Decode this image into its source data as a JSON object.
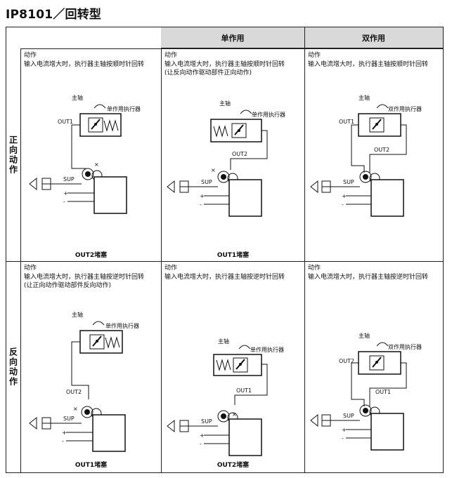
{
  "title": "IP8101／回转型",
  "headers": {
    "single": "单作用",
    "double": "双作用"
  },
  "rows": {
    "forward": "正向动作",
    "reverse": "反向动作"
  },
  "cells": {
    "r1c1": {
      "action": "动作\n输入电流增大时，执行器主轴按顺时针回转",
      "main_shaft": "主轴",
      "actuator": "单作用执行器",
      "port_a": "OUT1",
      "caption": "OUT2堵塞"
    },
    "r1c2": {
      "action": "动作\n输入电流增大时，执行器主轴按顺时针回转\n(让反向动作驱动部件正向动作)",
      "main_shaft": "主轴",
      "actuator": "单作用执行器",
      "port_a": "OUT2",
      "caption": "OUT1堵塞"
    },
    "r1c3": {
      "action": "动作\n输入电流增大时，执行器主轴按顺时针回转",
      "main_shaft": "主轴",
      "actuator": "双作用执行器",
      "port_a": "OUT1",
      "port_b": "OUT2"
    },
    "r2c1": {
      "action": "动作\n输入电流增大时，执行器主轴按逆时针回转\n(让正向动作驱动部件反向动作)",
      "main_shaft": "主轴",
      "actuator": "单作用执行器",
      "port_a": "OUT2",
      "caption": "OUT1堵塞"
    },
    "r2c2": {
      "action": "动作\n输入电流增大时，执行器主轴按逆时针回转",
      "main_shaft": "主轴",
      "actuator": "单作用执行器",
      "port_a": "OUT1",
      "caption": "OUT2堵塞"
    },
    "r2c3": {
      "action": "动作\n输入电流增大时，执行器主轴按逆时针回转",
      "main_shaft": "主轴",
      "actuator": "双作用执行器",
      "port_a": "OUT2",
      "port_b": "OUT1"
    }
  },
  "symbols": {
    "sup": "SUP",
    "plus": "+",
    "minus": "-",
    "blocked": "×"
  }
}
